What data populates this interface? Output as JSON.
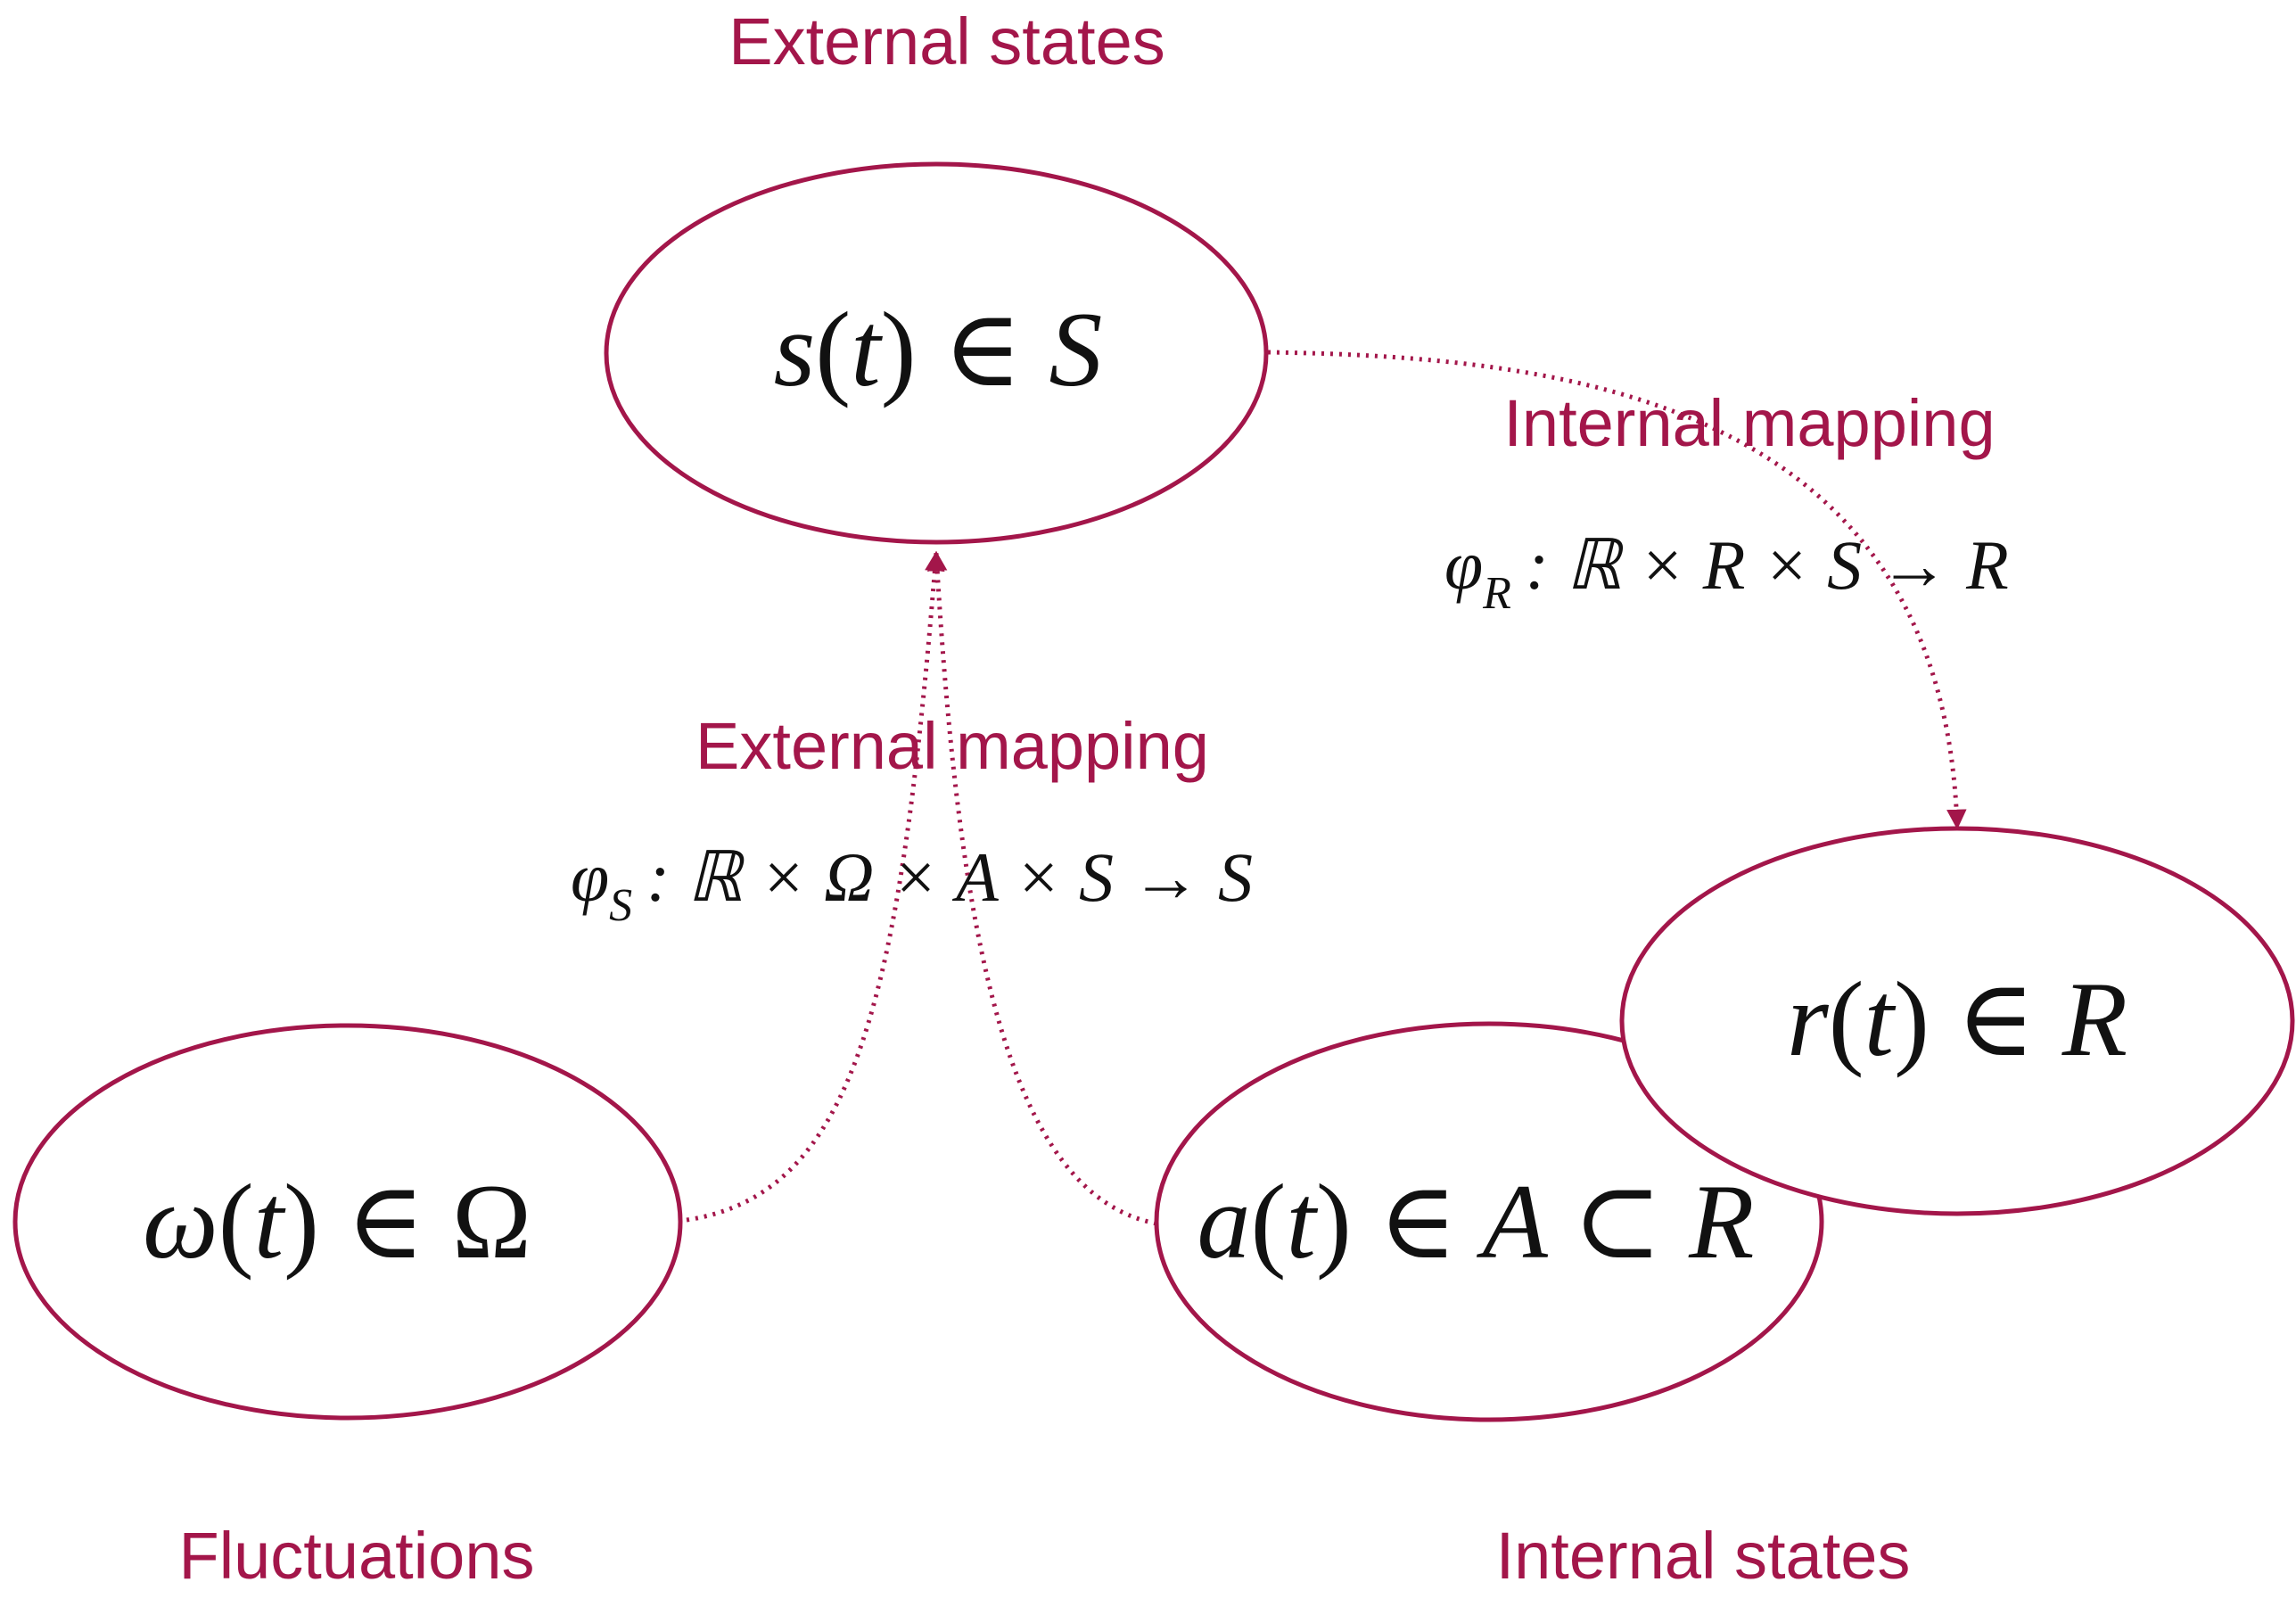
{
  "colors": {
    "accent": "#a3164a",
    "text": "#111111"
  },
  "nodes": {
    "external": {
      "caption": "External states",
      "formula": {
        "var": "s",
        "arg": "t",
        "rel": "∈",
        "set": "S"
      }
    },
    "fluctuations": {
      "caption": "Fluctuations",
      "formula": {
        "var": "ω",
        "arg": "t",
        "rel": "∈",
        "set": "Ω"
      }
    },
    "internal": {
      "caption": "Internal states",
      "formula_r": {
        "var": "r",
        "arg": "t",
        "rel": "∈",
        "set": "R"
      },
      "formula_a": {
        "var": "a",
        "arg": "t",
        "rel": "∈",
        "set": "A",
        "rel2": "⊂",
        "set2": "R"
      }
    }
  },
  "edges": {
    "external_mapping": {
      "label": "External mapping",
      "map_symbol": "φ",
      "map_subscript": "S",
      "signature": ": ℝ × Ω × A × S → S"
    },
    "internal_mapping": {
      "label": "Internal mapping",
      "map_symbol": "φ",
      "map_subscript": "R",
      "signature": ": ℝ × R × S → R"
    }
  }
}
